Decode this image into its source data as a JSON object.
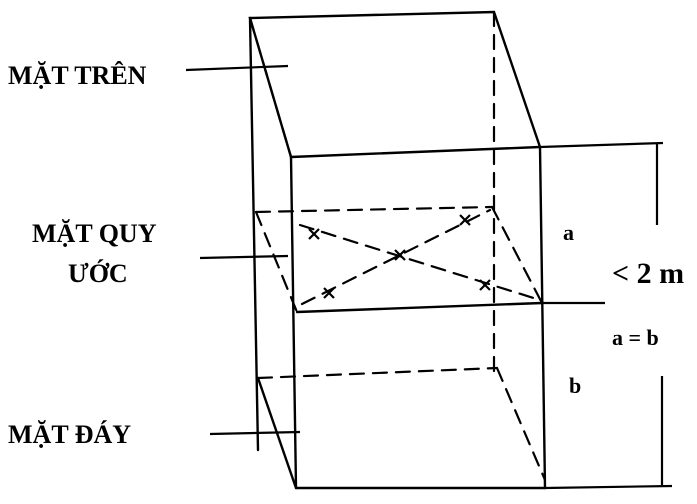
{
  "labels": {
    "top_face": "MẶT TRÊN",
    "reference_face_line1": "MẶT QUY",
    "reference_face_line2": "ƯỚC",
    "bottom_face": "MẶT ĐÁY",
    "a": "a",
    "b": "b",
    "height_limit": "< 2 m",
    "equality": "a = b"
  }
}
